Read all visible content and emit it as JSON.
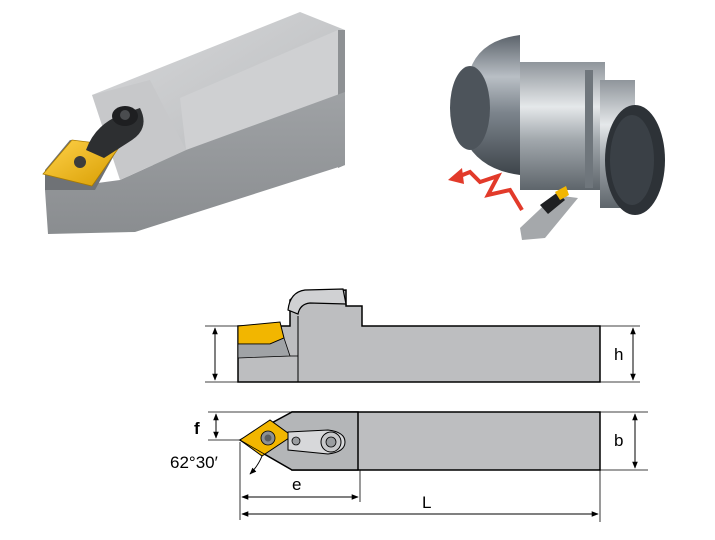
{
  "colors": {
    "holder_body": "#bdbec0",
    "holder_dark": "#76797c",
    "insert_gold": "#f2b600",
    "outline": "#000000",
    "flow_arrow": "#e23a2a",
    "workpiece": "#8f9499"
  },
  "dimensions": {
    "h": "h",
    "b": "b",
    "f": "f",
    "angle": "62°30′",
    "e": "e",
    "L": "L"
  }
}
